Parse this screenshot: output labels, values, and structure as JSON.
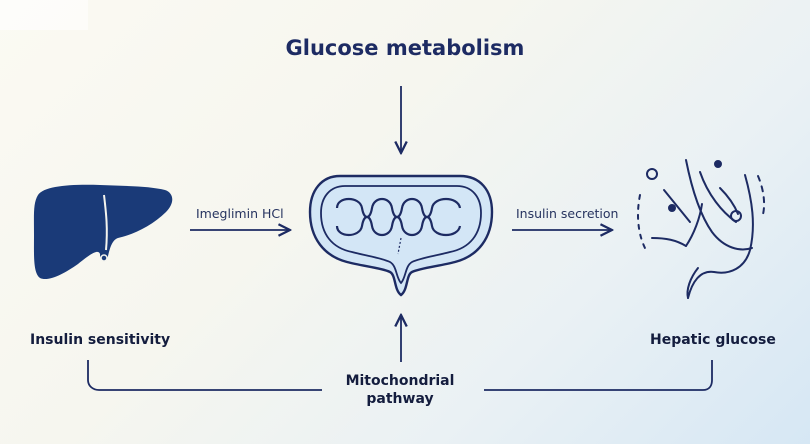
{
  "title": "Glucose metabolism",
  "nodes": {
    "liver": {
      "label": "Insulin sensitivity"
    },
    "hepatic": {
      "label": "Hepatic glucose"
    },
    "mitochondrial": {
      "label_line1": "Mitochondrial",
      "label_line2": "pathway"
    }
  },
  "edges": {
    "left": {
      "label": "Imeglimin HCl"
    },
    "right": {
      "label": "Insulin secretion"
    }
  },
  "colors": {
    "navy": "#1d2b63",
    "liver_fill": "#1a3a78",
    "mito_fill": "#d3e6f6"
  }
}
